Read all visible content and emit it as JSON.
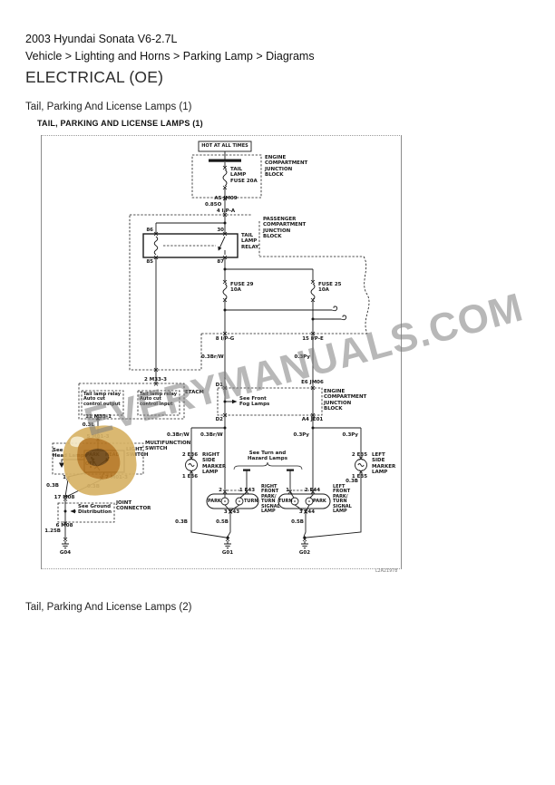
{
  "colors": {
    "wire": "#1a1a1a",
    "watermark_gray": "#7d7d7d",
    "logo_tan": "#d7b266",
    "logo_orange": "#b4741f"
  },
  "page": {
    "title": "2003 Hyundai Sonata V6-2.7L",
    "breadcrumb": "Vehicle > Lighting and Horns > Parking Lamp > Diagrams",
    "section_heading": "ELECTRICAL (OE)",
    "caption_fig1": "Tail, Parking And License Lamps (1)",
    "caption_fig2": "Tail, Parking And License Lamps (2)"
  },
  "watermark": {
    "text": "EVERYMANUALS.COM"
  },
  "diagram": {
    "title": "TAIL, PARKING AND LICENSE LAMPS (1)",
    "ref_code": "L2A21978",
    "labels": {
      "hot": "HOT AT ALL TIMES",
      "ecjb1": "ENGINE\nCOMPARTMENT\nJUNCTION\nBLOCK",
      "fuse_tail": "TAIL\nLAMP\nFUSE 20A",
      "c_a5": "A5 JM09",
      "w_085o": "0.85O",
      "c_ipa": "4 I/P-A",
      "pcjb": "PASSENGER\nCOMPARTMENT\nJUNCTION\nBLOCK",
      "relay": "TAIL\nLAMP\nRELAY",
      "p86": "86",
      "p30": "30",
      "p85": "85",
      "p87": "87",
      "fuse29": "FUSE 29\n10A",
      "fuse25": "FUSE 25\n10A",
      "c_ipg": "8 I/P-G",
      "c_ipe": "15 I/P-E",
      "w_brw1": "0.3Br/W",
      "w_brw2": "0.3Br/W",
      "w_brw3": "0.3Br/W",
      "w_py1": "0.3Py",
      "w_py2": "0.3Py",
      "w_py3": "0.3Py",
      "c_m333": "2 M33-3",
      "etacm": "ETACM",
      "etacm_in": "Tail lamp relay\nAuto cut\ncontrol input",
      "etacm_out": "Tail lamp relay\nAuto cut\ncontrol output",
      "c_m331": "11 M33-1",
      "w_03l": "0.3L",
      "c_m013t": "5 M01-3",
      "light_switch": "LIGHT\nSWITCH",
      "mf_switch": "MULTIFUNCTION\nSWITCH",
      "sw_park": "PARK",
      "sw_head": "HEAD",
      "sw_off": "OFF",
      "see_head": "See\nHead Lamps",
      "c_sw1": "1",
      "c_m013b": "7 M01-3",
      "w_03b_1": "0.3B",
      "w_03b_2": "0.3B",
      "w_03b_3": "0.3B",
      "w_03b_4": "0.3B",
      "c_m0817": "17 M08",
      "see_ground": "See Ground\nDistribution",
      "joint": "JOINT\nCONNECTOR",
      "c_m086": "6 M08",
      "w_125b": "1.25B",
      "g04": "G04",
      "g01": "G01",
      "g02": "G02",
      "c_d1": "D1",
      "c_d2": "D2",
      "see_fog": "See Front\nFog Lamps",
      "ecjb2": "ENGINE\nCOMPARTMENT\nJUNCTION\nBLOCK",
      "c_jm06": "E6 JM06",
      "c_je01": "A4 JE01",
      "c_e36_2": "2 E36",
      "c_e36_1": "1 E36",
      "right_marker": "RIGHT\nSIDE\nMARKER\nLAMP",
      "see_turn": "See Turn and\nHazard Lamps",
      "c_e43_2": "2",
      "c_e43_1": "1 E43",
      "c_e43_3": "3 E43",
      "right_pt": "RIGHT\nFRONT\nPARK/\nTURN\nSIGNAL\nLAMP",
      "b_park1": "PARK",
      "b_turn1": "TURN",
      "b_turn2": "TURN",
      "b_park2": "PARK",
      "c_e44_1": "1",
      "c_e44_2": "2 E44",
      "c_e44_3": "3 E44",
      "left_pt": "LEFT\nFRONT\nPARK/\nTURN\nSIGNAL\nLAMP",
      "c_e35_2": "2 E35",
      "c_e35_1": "1 E35",
      "left_marker": "LEFT\nSIDE\nMARKER\nLAMP",
      "w_05b_1": "0.5B",
      "w_05b_2": "0.5B"
    }
  }
}
